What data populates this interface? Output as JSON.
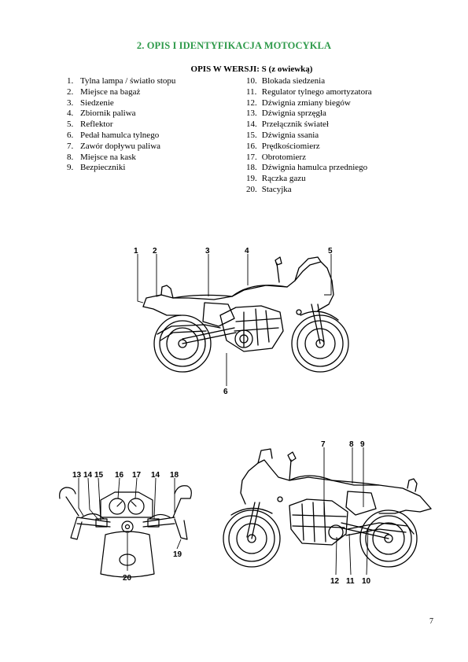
{
  "heading": "2. OPIS I IDENTYFIKACJA MOTOCYKLA",
  "subheading": "OPIS W WERSJI: S (z owiewką)",
  "items_left": [
    {
      "num": "1.",
      "label": "Tylna lampa / światło stopu"
    },
    {
      "num": "2.",
      "label": "Miejsce na bagaż"
    },
    {
      "num": "3.",
      "label": "Siedzenie"
    },
    {
      "num": "4.",
      "label": "Zbiornik paliwa"
    },
    {
      "num": "5.",
      "label": "Reflektor"
    },
    {
      "num": "6.",
      "label": "Pedał hamulca tylnego"
    },
    {
      "num": "7.",
      "label": "Zawór dopływu paliwa"
    },
    {
      "num": "8.",
      "label": "Miejsce na kask"
    },
    {
      "num": "9.",
      "label": "Bezpieczniki"
    }
  ],
  "items_right": [
    {
      "num": "10.",
      "label": "Blokada siedzenia"
    },
    {
      "num": "11.",
      "label": "Regulator tylnego amortyzatora"
    },
    {
      "num": "12.",
      "label": "Dźwignia zmiany biegów"
    },
    {
      "num": "13.",
      "label": "Dźwignia sprzęgła"
    },
    {
      "num": "14.",
      "label": "Przełącznik świateł"
    },
    {
      "num": "15.",
      "label": "Dźwignia ssania"
    },
    {
      "num": "16.",
      "label": "Prędkościomierz"
    },
    {
      "num": "17.",
      "label": "Obrotomierz"
    },
    {
      "num": "18.",
      "label": "Dźwignia hamulca przedniego"
    },
    {
      "num": "19.",
      "label": "Rączka gazu"
    },
    {
      "num": "20.",
      "label": "Stacyjka"
    }
  ],
  "figure_left_side": {
    "callouts": [
      "1",
      "2",
      "3",
      "4",
      "5",
      "6"
    ]
  },
  "figure_handlebar": {
    "callouts": [
      "13",
      "14",
      "15",
      "16",
      "17",
      "14",
      "18",
      "19",
      "20"
    ]
  },
  "figure_right_side": {
    "callouts": [
      "7",
      "8",
      "9",
      "12",
      "11",
      "10"
    ]
  },
  "page_number": "7"
}
